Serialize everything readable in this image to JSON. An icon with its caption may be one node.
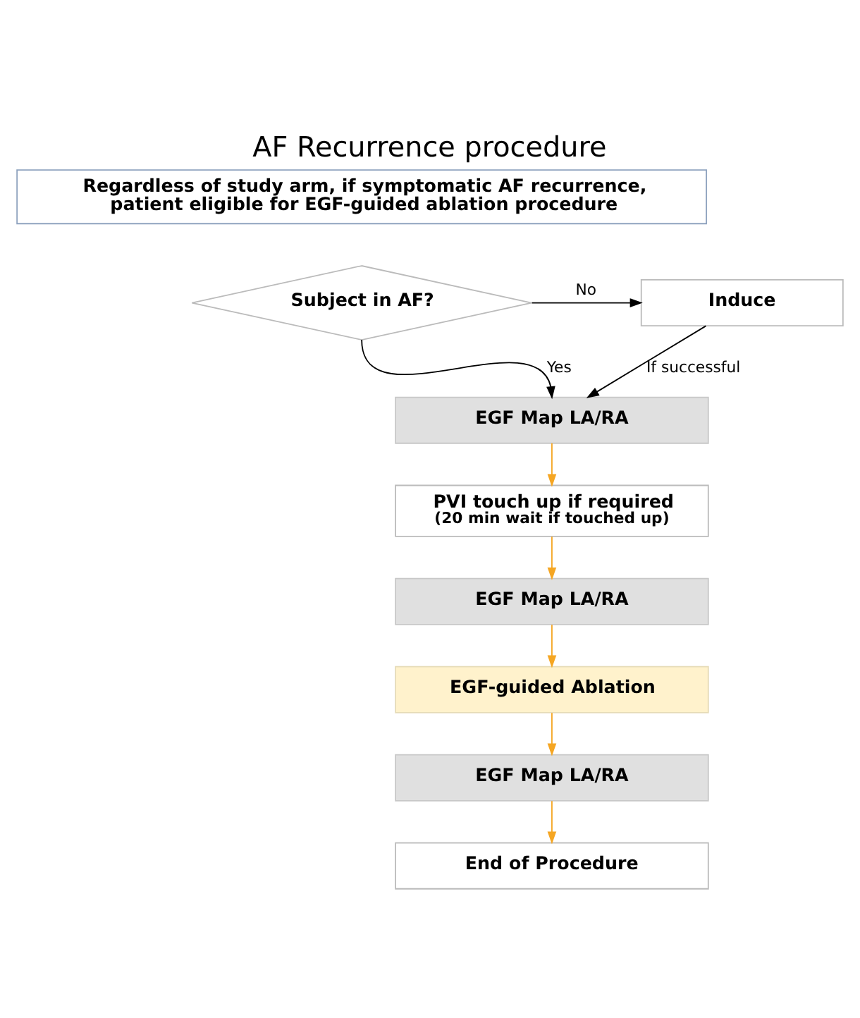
{
  "diagram": {
    "title": "AF Recurrence procedure",
    "nodes": [
      {
        "text": [
          "Regardless of study arm, if symptomatic AF recurrence, patient eligible for EGF-guided ablation procedure"
        ]
      },
      {
        "text": [
          "Subject in AF?"
        ]
      },
      {
        "text": [
          "Induce"
        ]
      },
      {
        "text": [
          "EGF Map LA/RA"
        ]
      },
      {
        "text": [
          "PVI touch up if required",
          "(20 min wait if touched up)"
        ]
      },
      {
        "text": [
          "EGF Map LA/RA"
        ]
      },
      {
        "text": [
          "EGF-guided Ablation"
        ]
      },
      {
        "text": [
          "EGF Map LA/RA"
        ]
      },
      {
        "text": [
          "End of Procedure"
        ]
      }
    ],
    "edges": [
      {
        "from": 1,
        "to": 2,
        "arrow": "to",
        "label": "No",
        "color": "#000000"
      },
      {
        "from": 1,
        "to": 3,
        "arrow": "to",
        "label": "Yes",
        "color": "#000000"
      },
      {
        "from": 2,
        "to": 3,
        "arrow": "to",
        "label": "If successful",
        "color": "#000000"
      },
      {
        "from": 3,
        "to": 4,
        "arrow": "to"
      },
      {
        "from": 4,
        "to": 5,
        "arrow": "to"
      },
      {
        "from": 5,
        "to": 6,
        "arrow": "to"
      },
      {
        "from": 6,
        "to": 7,
        "arrow": "to"
      },
      {
        "from": 7,
        "to": 8,
        "arrow": "to"
      }
    ]
  }
}
